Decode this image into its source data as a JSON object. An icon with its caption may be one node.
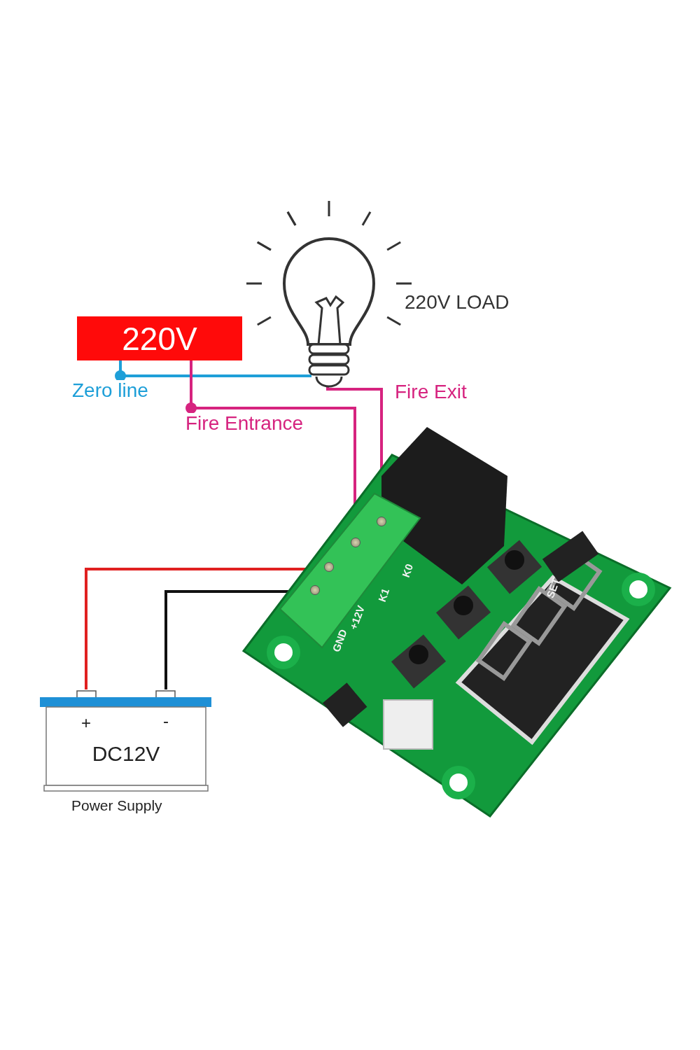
{
  "diagram": {
    "nodes": [
      {
        "text": [
          "220V"
        ]
      },
      {
        "text": [],
        "shape": "picture",
        "beside": [
          "220V LOAD"
        ]
      },
      {
        "text": [],
        "shape": "picture"
      },
      {
        "text": [],
        "shape": "circle",
        "in": 2
      },
      {
        "text": [],
        "shape": "circle",
        "in": 2
      },
      {
        "text": [],
        "shape": "circle",
        "in": 2
      },
      {
        "text": [],
        "shape": "circle",
        "in": 2
      },
      {
        "text": [
          "+",
          "-",
          "DC12V"
        ],
        "beside": [
          "Power Supply"
        ]
      }
    ],
    "edges": [
      {
        "from": 0,
        "to": 1,
        "arrow": "none",
        "label": "Zero line",
        "color": "#1e9fd8"
      },
      {
        "from": 0,
        "to": 4,
        "arrow": "none",
        "label": "Fire Entrance",
        "color": "#d6237f"
      },
      {
        "from": 1,
        "to": 3,
        "arrow": "none",
        "label": "Fire Exit",
        "color": "#d6237f"
      },
      {
        "from": 7,
        "to": 5,
        "arrow": "none",
        "color": "#e02020"
      },
      {
        "from": 7,
        "to": 6,
        "arrow": "none",
        "color": "#111111"
      }
    ],
    "labels": [
      "K0",
      "K1",
      "+12V",
      "GND",
      "SET"
    ]
  }
}
